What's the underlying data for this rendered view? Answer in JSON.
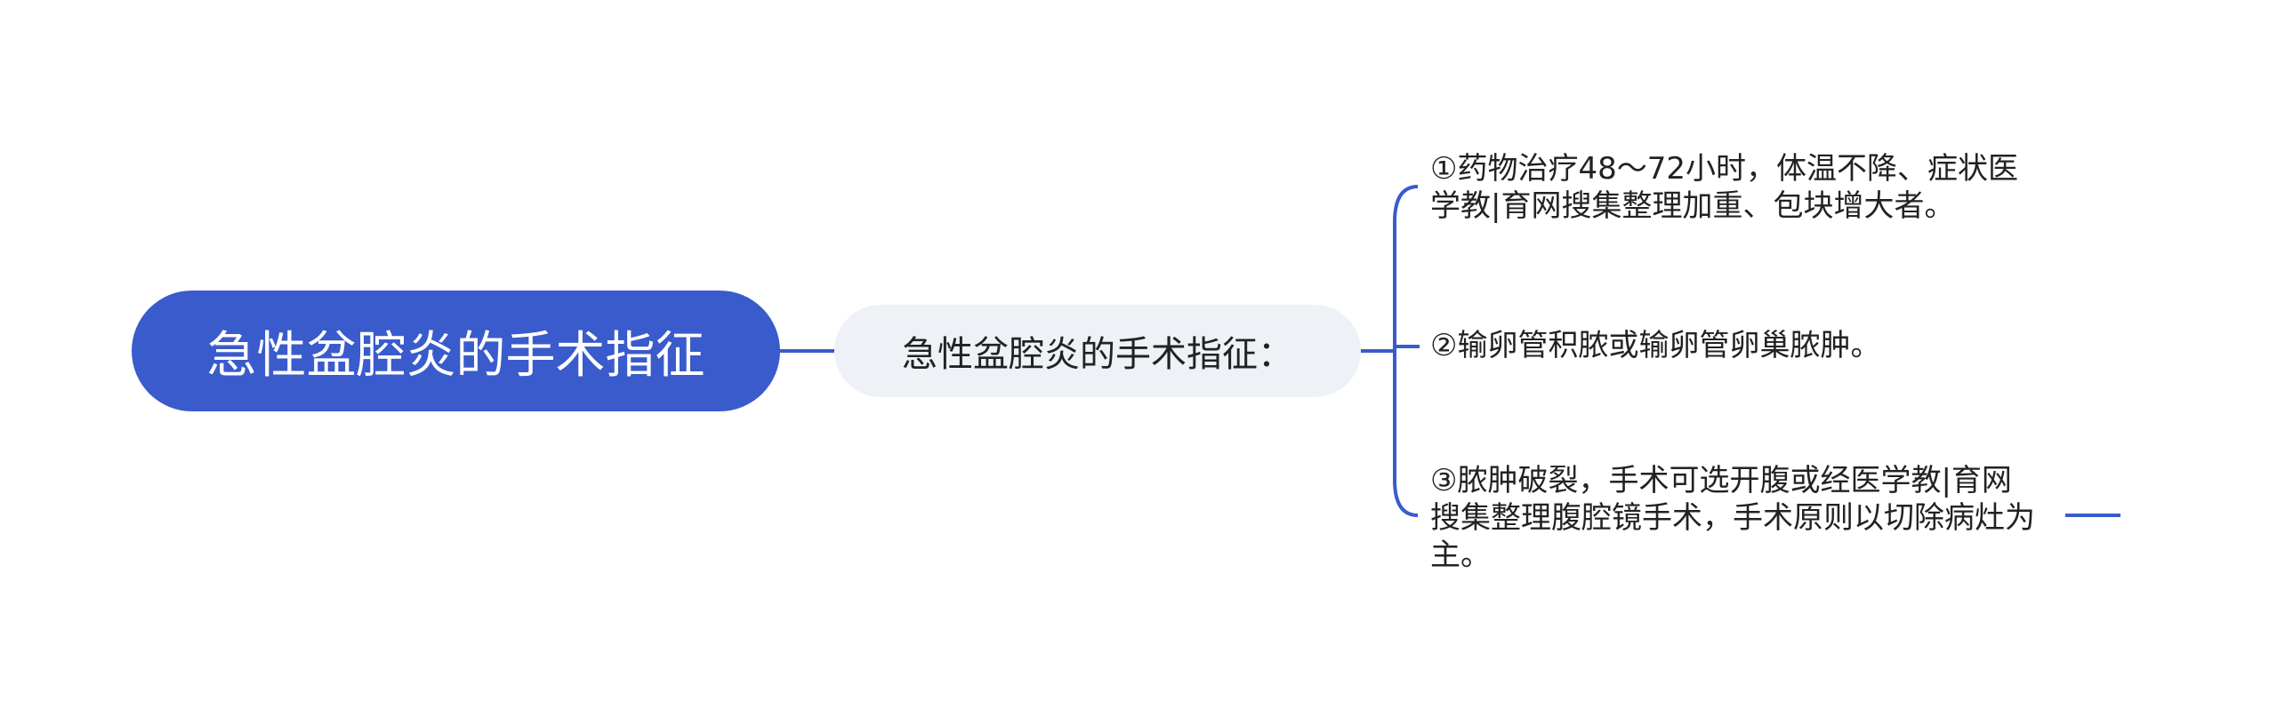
{
  "colors": {
    "accent": "#3a5bcc",
    "line": "#3a5bcc",
    "mid_fill": "#eef2f6",
    "text": "#222222"
  },
  "root": {
    "label": "急性盆腔炎的手术指征"
  },
  "branch": {
    "label": "急性盆腔炎的手术指征："
  },
  "leaves": [
    {
      "text": "①药物治疗48～72小时，体温不降、症状医\n学教|育网搜集整理加重、包块增大者。"
    },
    {
      "text": "②输卵管积脓或输卵管卵巢脓肿。"
    },
    {
      "text": "③脓肿破裂，手术可选开腹或经医学教|育网\n搜集整理腹腔镜手术，手术原则以切除病灶为\n主。"
    }
  ]
}
